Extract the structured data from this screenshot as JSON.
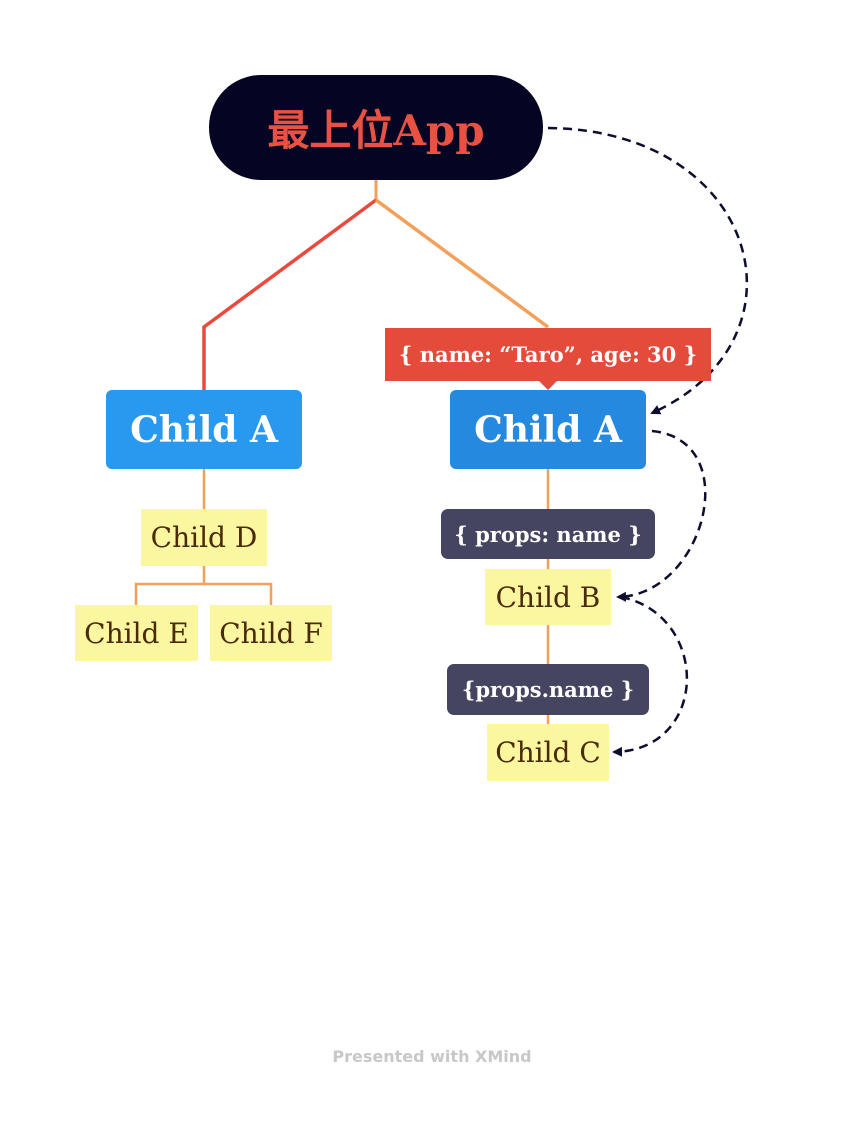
{
  "root": {
    "label": "最上位App"
  },
  "left_branch": {
    "child_a": {
      "label": "Child A"
    },
    "child_d": {
      "label": "Child D"
    },
    "child_e": {
      "label": "Child E"
    },
    "child_f": {
      "label": "Child F"
    }
  },
  "right_branch": {
    "data_callout": "{ name: “Taro”, age: 30 }",
    "child_a": {
      "label": "Child A"
    },
    "props_callout_1": "{ props: name }",
    "child_b": {
      "label": "Child B"
    },
    "props_callout_2": "{props.name }",
    "child_c": {
      "label": "Child C"
    }
  },
  "footer": {
    "text": "Presented with XMind"
  },
  "colors": {
    "root_bg": "#050523",
    "root_text": "#e85242",
    "child_a_bg": "#2a96ee",
    "leaf_bg": "#fbf7a1",
    "leaf_text": "#4b2b06",
    "data_callout_bg": "#e54b3b",
    "props_callout_bg": "#454561",
    "connector_red": "#e94a3d",
    "connector_orange": "#f2a05a",
    "dashed_arrow": "#0d0d30"
  }
}
